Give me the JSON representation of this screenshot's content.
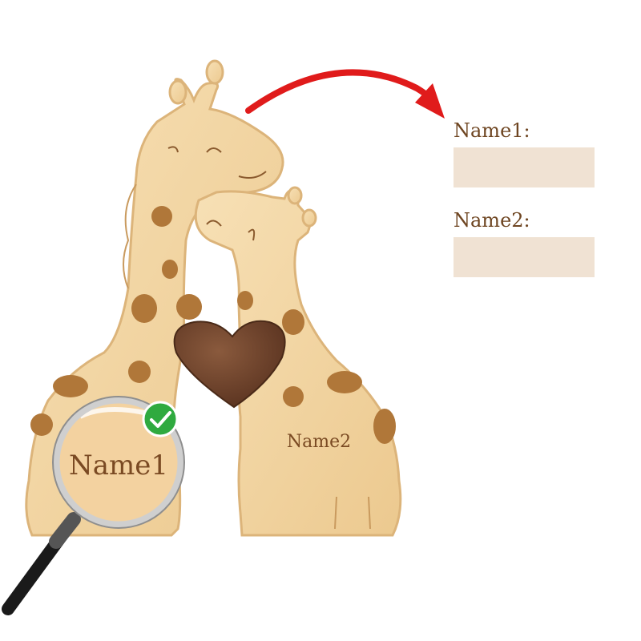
{
  "product": {
    "engraved_names": [
      "Name1",
      "Name2"
    ]
  },
  "form": {
    "fields": [
      {
        "label": "Name1:",
        "value": ""
      },
      {
        "label": "Name2:",
        "value": ""
      }
    ]
  },
  "colors": {
    "wood": "#f3d7a6",
    "wood_edge": "#e2bb80",
    "spot": "#b07739",
    "heart": "#6e4530",
    "field_bg": "#f0e2d3",
    "label_text": "#6e4521",
    "arrow": "#e01b1b",
    "check": "#2faa3f"
  },
  "icons": [
    "magnifier-icon",
    "check-icon",
    "arrow-icon"
  ]
}
